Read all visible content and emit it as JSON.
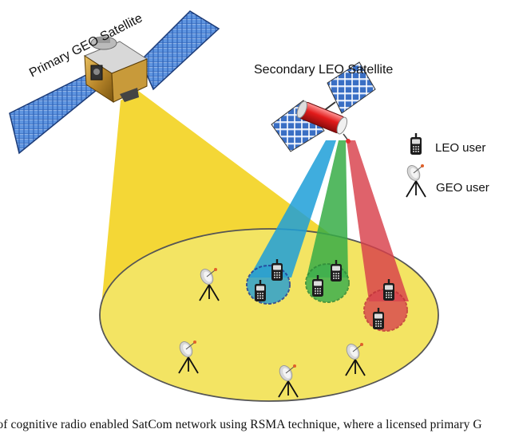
{
  "labels": {
    "primary_sat": "Primary GEO  Satellite",
    "secondary_sat": "Secondary LEO  Satellite",
    "legend_leo": "LEO user",
    "legend_geo": "GEO user"
  },
  "caption": "l of cognitive radio enabled SatCom network using RSMA technique, where a licensed primary G",
  "colors": {
    "geo_beam": "#f2d21a",
    "coverage_area": "#f3e463",
    "beam_blue": "#1d9fd8",
    "beam_green": "#37ad47",
    "beam_red": "#d8404a",
    "cluster_blue": "#1f3f9a",
    "cluster_green": "#2e8b3a",
    "cluster_red": "#c0303a"
  },
  "icons": [
    "geo-satellite-icon",
    "leo-satellite-icon",
    "mobile-phone-icon",
    "dish-antenna-icon"
  ]
}
